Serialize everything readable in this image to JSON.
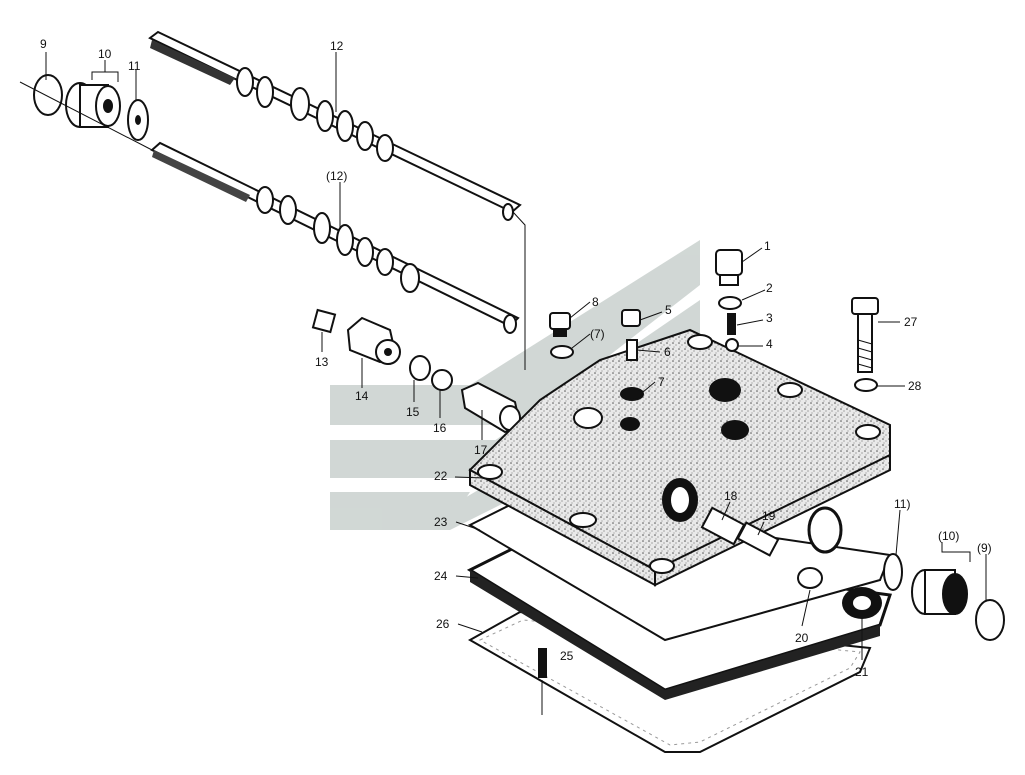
{
  "diagram": {
    "colors": {
      "ink": "#111111",
      "watermark": "#c9d1ce",
      "paper": "#ffffff",
      "speckle": "#dcdcdc"
    },
    "watermark_icon": "brand-logo-watermark",
    "labels": {
      "p1": "1",
      "p2": "2",
      "p3": "3",
      "p4": "4",
      "p5": "5",
      "p6": "6",
      "p7": "7",
      "p7b": "(7)",
      "p8": "8",
      "p9": "9",
      "p9b": "(9)",
      "p10": "10",
      "p10b": "(10)",
      "p11": "11",
      "p11b": "11)",
      "p12": "12",
      "p12b": "(12)",
      "p13": "13",
      "p14": "14",
      "p15": "15",
      "p16": "16",
      "p17": "17",
      "p18": "18",
      "p19": "19",
      "p20": "20",
      "p21": "21",
      "p22": "22",
      "p23": "23",
      "p24": "24",
      "p25": "25",
      "p26": "26",
      "p27": "27",
      "p28": "28"
    }
  }
}
